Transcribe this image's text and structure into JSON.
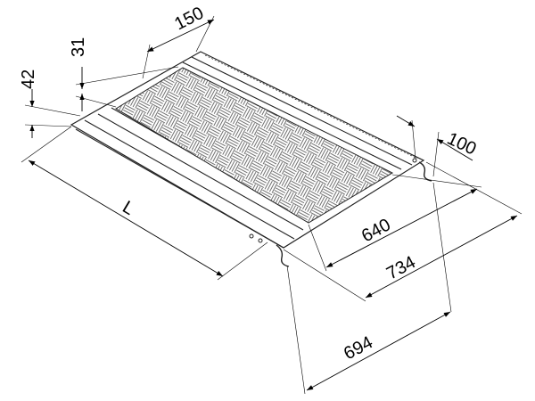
{
  "drawing": {
    "dimensions": {
      "width_top": "150",
      "rail_height": "31",
      "total_height": "42",
      "length": "L",
      "hook": "100",
      "inner_width": "640",
      "outer_width": "734",
      "hook_width": "694"
    }
  }
}
